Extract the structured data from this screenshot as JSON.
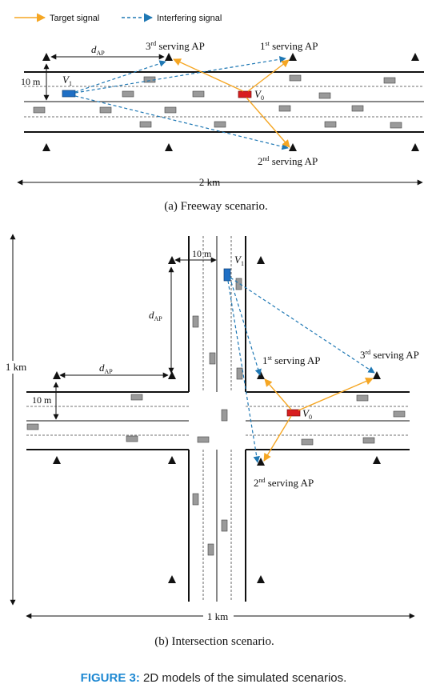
{
  "legend": {
    "target": "Target signal",
    "interfering": "Interfering signal"
  },
  "colors": {
    "target": "#F5A623",
    "interfering": "#1F78B4",
    "car_gray": "#9a9a9a",
    "car_blue": "#1F6FC5",
    "car_red": "#D81E1E",
    "caption_accent": "#1E88D2"
  },
  "freeway": {
    "d_ap": "d",
    "d_ap_sub": "AP",
    "lane_width": "10 m",
    "v_interferer": "V",
    "v_interferer_sub": "1",
    "v_target": "V",
    "v_target_sub": "0",
    "ap1": {
      "sup": "st",
      "prefix": "1",
      "text": " serving AP"
    },
    "ap2": {
      "sup": "nd",
      "prefix": "2",
      "text": " serving AP"
    },
    "ap3": {
      "sup": "rd",
      "prefix": "3",
      "text": " serving AP"
    },
    "length": "2 km",
    "caption": "(a)  Freeway scenario."
  },
  "intersection": {
    "lane_width": "10 m",
    "d_ap": "d",
    "d_ap_sub": "AP",
    "v_interferer": "V",
    "v_interferer_sub": "1",
    "v_target": "V",
    "v_target_sub": "0",
    "ap1": {
      "sup": "st",
      "prefix": "1",
      "text": " serving AP"
    },
    "ap2": {
      "sup": "nd",
      "prefix": "2",
      "text": " serving AP"
    },
    "ap3": {
      "sup": "rd",
      "prefix": "3",
      "text": " serving AP"
    },
    "height": "1 km",
    "width": "1 km",
    "caption": "(b)  Intersection scenario."
  },
  "figure_caption": {
    "label": "FIGURE 3:",
    "text": " 2D models of the simulated scenarios."
  }
}
